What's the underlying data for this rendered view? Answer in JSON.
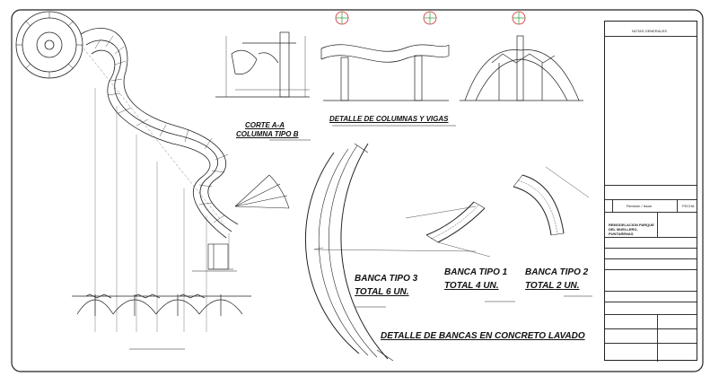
{
  "drawing": {
    "title_main": "DETALLE DE  BANCAS  EN CONCRETO LAVADO",
    "corte_aa_line1": "CORTE A-A",
    "corte_aa_line2": "COLUMNA TIPO B",
    "detalle_columnas": "DETALLE DE COLUMNAS Y VIGAS",
    "banca3_line1": "BANCA TIPO 3",
    "banca3_line2": "TOTAL 6 UN.",
    "banca1_line1": "BANCA TIPO 1",
    "banca1_line2": "TOTAL 4 UN.",
    "banca2_line1": "BANCA TIPO 2",
    "banca2_line2": "TOTAL 2 UN."
  },
  "title_block": {
    "notes_header": "NOTAS GENERALES",
    "revision_label": "Revisión / Issue",
    "fecha_label": "FECHA",
    "project_name": "REMODELACION PARQUE DEL MUELLERO, PUNTARENAS"
  },
  "colors": {
    "line": "#1a1a1a",
    "target": "#d33030",
    "target_center": "#2a9a3a"
  }
}
